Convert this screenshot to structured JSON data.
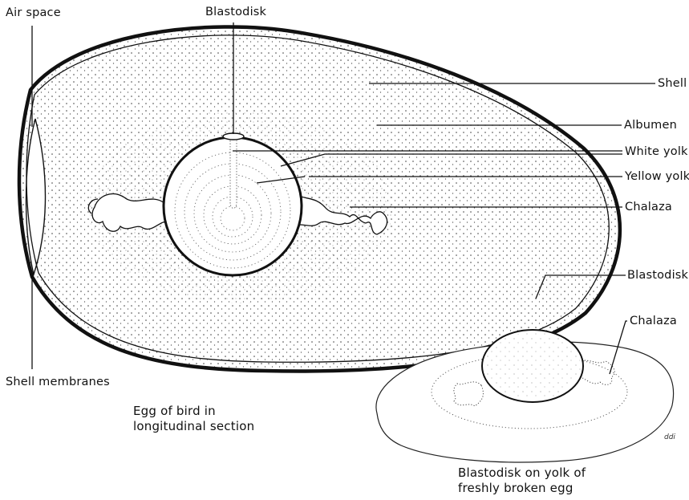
{
  "labels": {
    "air_space": "Air space",
    "blastodisk_top": "Blastodisk",
    "shell": "Shell",
    "albumen": "Albumen",
    "white_yolk": "White yolk",
    "yellow_yolk": "Yellow yolk",
    "chalaza": "Chalaza",
    "shell_membranes": "Shell membranes",
    "blastodisk_broken": "Blastodisk",
    "chalaza_broken": "Chalaza"
  },
  "captions": {
    "section_line1": "Egg of bird in",
    "section_line2": "longitudinal section",
    "broken_line1": "Blastodisk on yolk of",
    "broken_line2": "freshly broken egg"
  },
  "signature": "ddi",
  "colors": {
    "ink": "#111111",
    "background": "#ffffff"
  }
}
